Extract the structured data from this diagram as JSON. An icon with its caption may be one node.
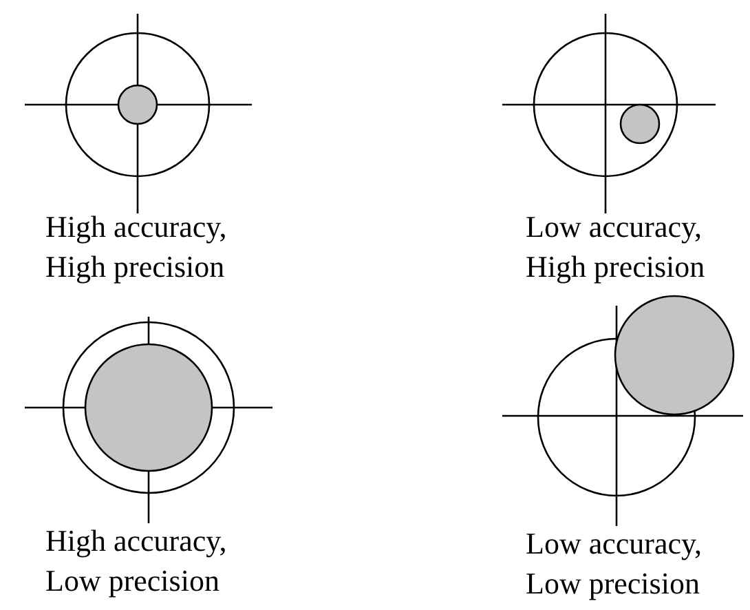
{
  "diagram": {
    "labels": [
      "High accuracy, High precision",
      "Low accuracy, High precision",
      "High accuracy, Low precision",
      "Low accuracy, Low precision"
    ]
  }
}
